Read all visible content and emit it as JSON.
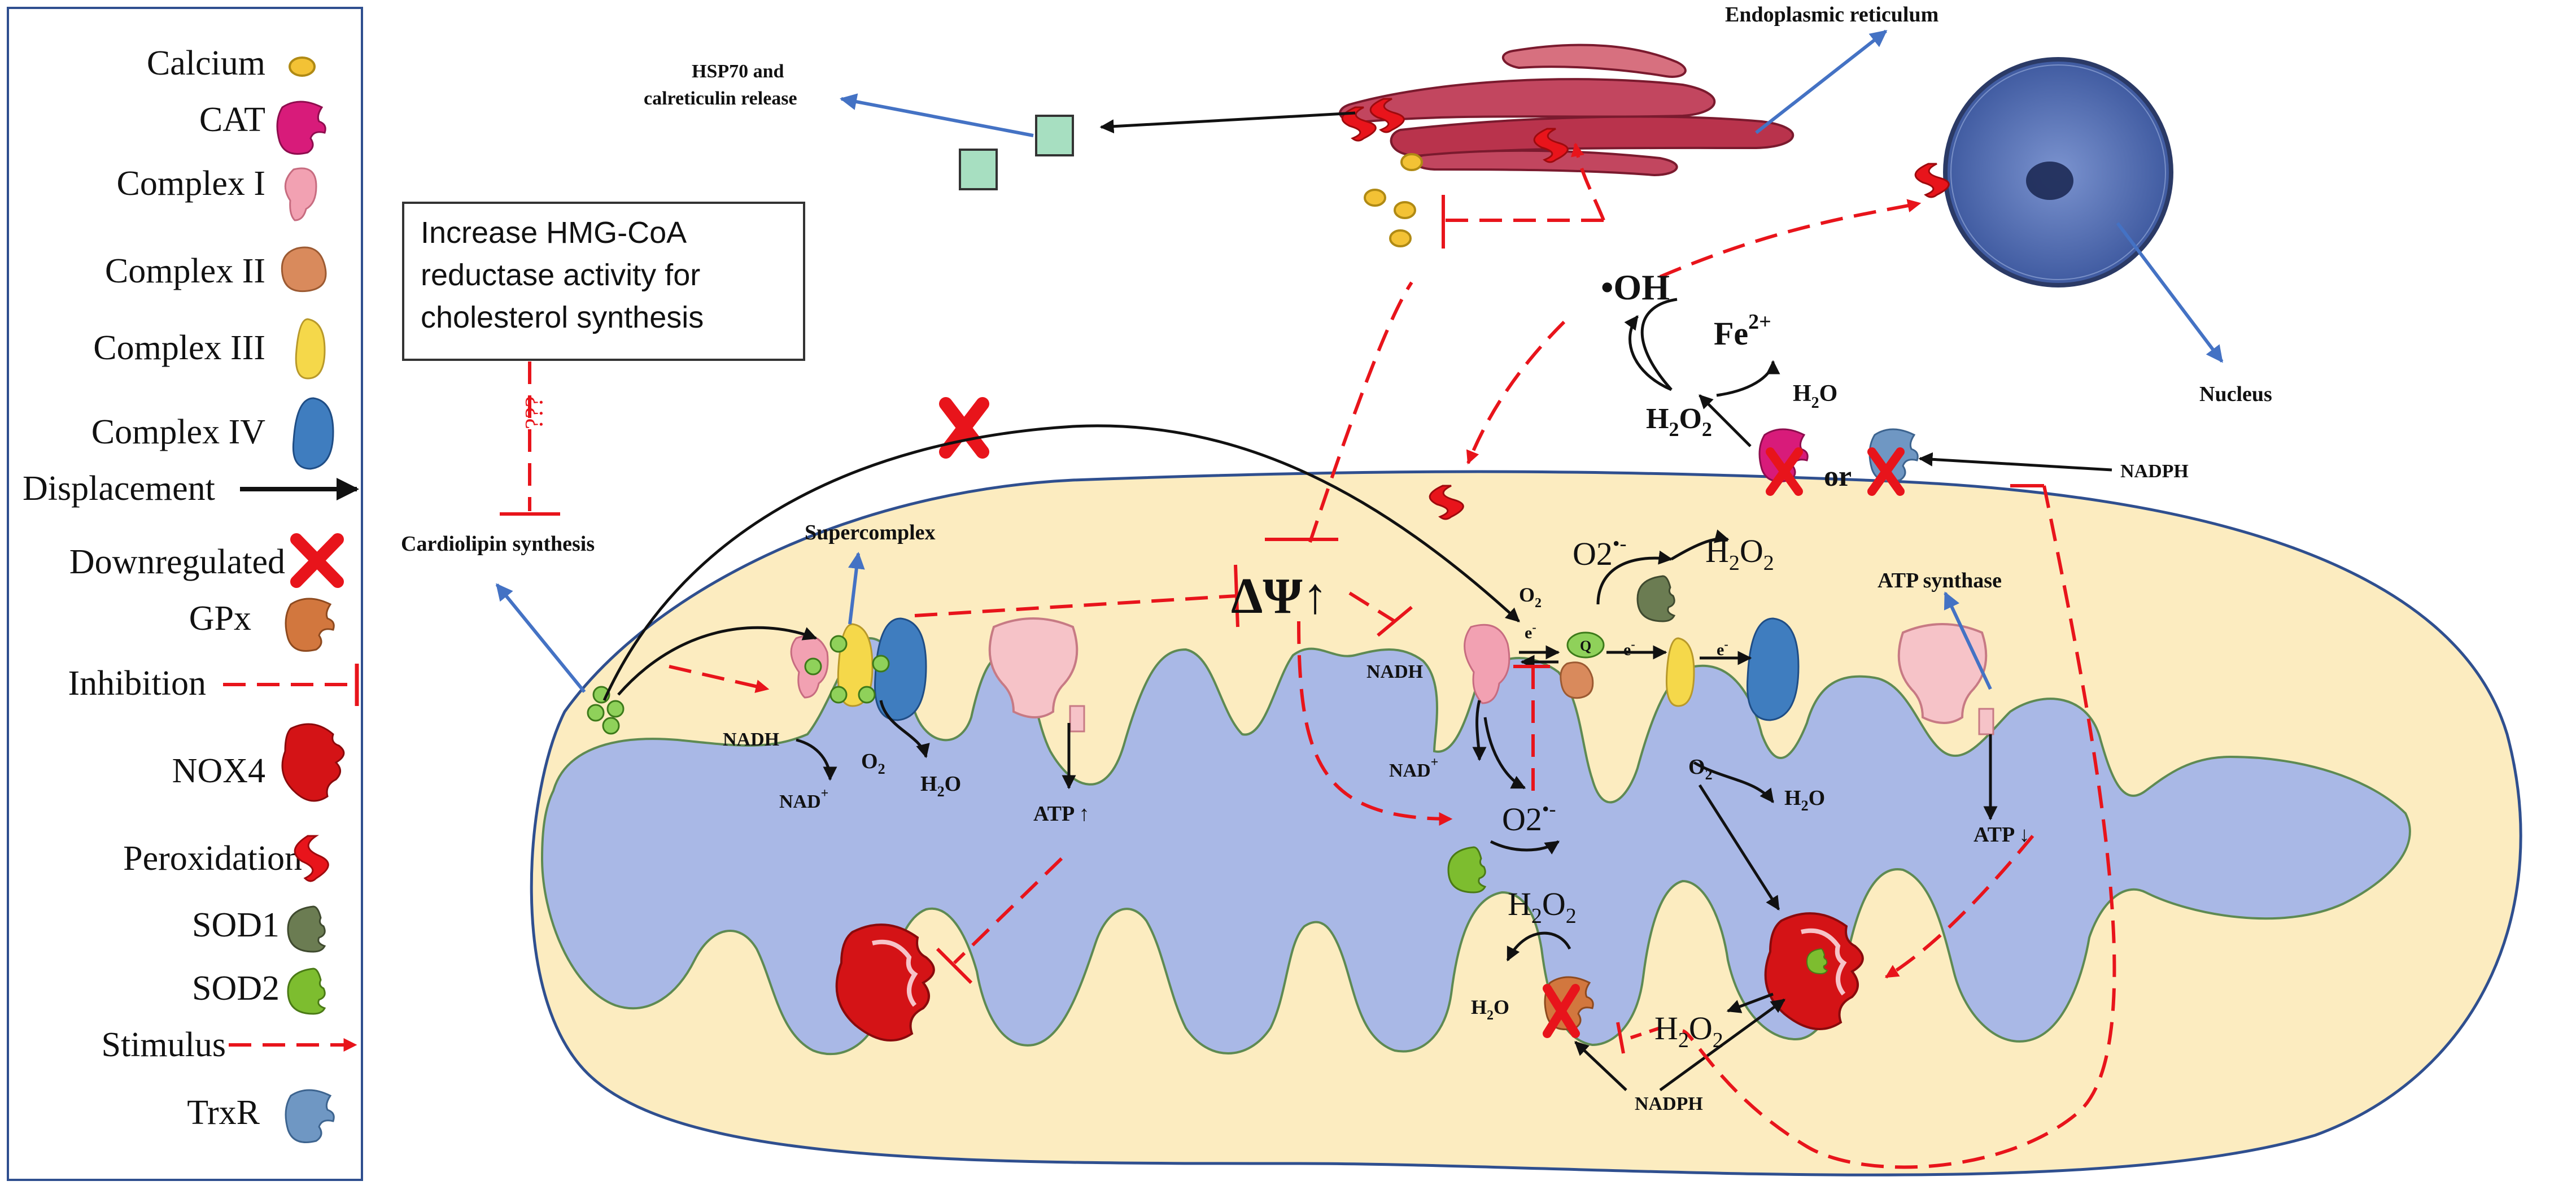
{
  "legend": {
    "items": [
      {
        "id": "calcium",
        "label": "Calcium",
        "icon": "calcium-icon"
      },
      {
        "id": "cat",
        "label": "CAT",
        "icon": "cat-icon"
      },
      {
        "id": "complex1",
        "label": "Complex I",
        "icon": "complex-i-icon"
      },
      {
        "id": "complex2",
        "label": "Complex II",
        "icon": "complex-ii-icon"
      },
      {
        "id": "complex3",
        "label": "Complex III",
        "icon": "complex-iii-icon"
      },
      {
        "id": "complex4",
        "label": "Complex IV",
        "icon": "complex-iv-icon"
      },
      {
        "id": "displacement",
        "label": "Displacement",
        "icon": "displacement-arrow-icon"
      },
      {
        "id": "downregulated",
        "label": "Downregulated",
        "icon": "red-cross-icon"
      },
      {
        "id": "gpx",
        "label": "GPx",
        "icon": "gpx-icon"
      },
      {
        "id": "inhibition",
        "label": "Inhibition",
        "icon": "inhibition-line-icon"
      },
      {
        "id": "nox4",
        "label": "NOX4",
        "icon": "nox4-icon"
      },
      {
        "id": "peroxidation",
        "label": "Peroxidation",
        "icon": "peroxidation-icon"
      },
      {
        "id": "sod1",
        "label": "SOD1",
        "icon": "sod1-icon"
      },
      {
        "id": "sod2",
        "label": "SOD2",
        "icon": "sod2-icon"
      },
      {
        "id": "stimulus",
        "label": "Stimulus",
        "icon": "stimulus-arrow-icon"
      },
      {
        "id": "trxr",
        "label": "TrxR",
        "icon": "trxr-icon"
      }
    ]
  },
  "colors": {
    "inhibition_red": "#e8141b",
    "matrix": "#a9b8e6",
    "outer": "#fcecc0",
    "complex1": "#f2a1b2",
    "complex2": "#d98a5c",
    "complex3": "#f5d84a",
    "complex4": "#3f7dbf",
    "sod1": "#6b7c52",
    "sod2": "#7dbd2f",
    "cat": "#d81b7a",
    "trxr": "#6f97c3",
    "er": "#b9334c",
    "nucleus": "#4a64a8",
    "arrow_blue": "#4472c4"
  },
  "labels": {
    "hmg_box": [
      "Increase  HMG-CoA",
      "reductase  activity for",
      "cholesterol synthesis"
    ],
    "question": "???",
    "cardiolipin": "Cardiolipin synthesis",
    "supercomplex": "Supercomplex",
    "hsp70": [
      "HSP70 and",
      "calreticulin release"
    ],
    "er": "Endoplasmic reticulum",
    "nucleus": "Nucleus",
    "atp_synthase": "ATP synthase",
    "delta_psi": "ΔΨ↑",
    "oh": "•OH",
    "fe": "Fe",
    "fe_sup": "2+",
    "h2o2": "H",
    "o2": "O",
    "o2_radical": "O2",
    "radical_sup": "•-",
    "h2o": "H",
    "water_o": "O",
    "sub2": "2",
    "or": "or",
    "nadph": "NADPH",
    "nadh": "NADH",
    "nad": "NAD",
    "plus": "+",
    "atp_up": "ATP ↑",
    "atp_down": "ATP ↓",
    "e_minus": "e",
    "minus": "-",
    "q": "Q"
  }
}
